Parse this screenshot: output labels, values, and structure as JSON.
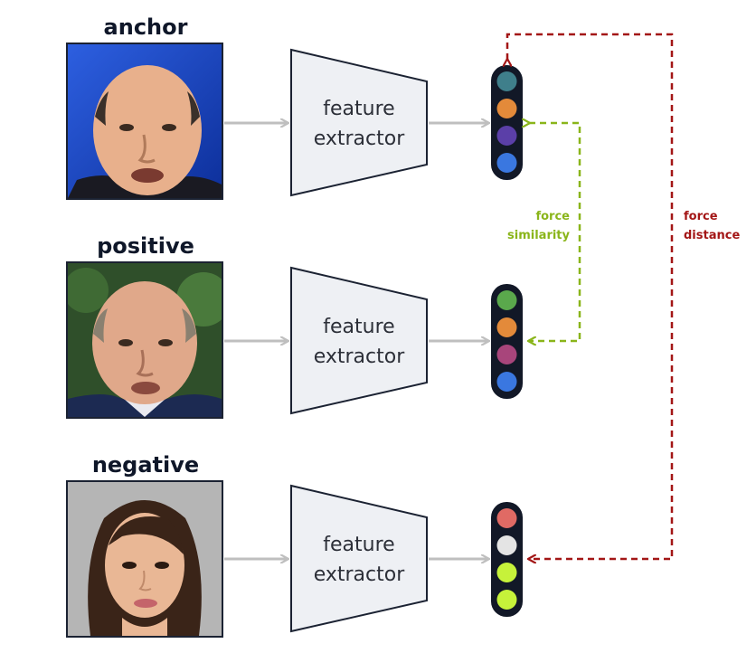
{
  "rows": [
    {
      "label": "anchor",
      "extractor_line1": "feature",
      "extractor_line2": "extractor",
      "embedding_colors": [
        "#3f7f8b",
        "#e38a3a",
        "#5b3fa8",
        "#3a77e0"
      ]
    },
    {
      "label": "positive",
      "extractor_line1": "feature",
      "extractor_line2": "extractor",
      "embedding_colors": [
        "#5aa84c",
        "#e38a3a",
        "#a8457b",
        "#3a77e0"
      ]
    },
    {
      "label": "negative",
      "extractor_line1": "feature",
      "extractor_line2": "extractor",
      "embedding_colors": [
        "#e06a64",
        "#e4e4e4",
        "#c6f23a",
        "#c6f23a"
      ]
    }
  ],
  "links": {
    "similarity": {
      "line1": "force",
      "line2": "similarity",
      "color": "#8ab51a"
    },
    "distance": {
      "line1": "force",
      "line2": "distance",
      "color": "#a31616"
    }
  },
  "colors": {
    "arrow": "#bfbfbf",
    "extractor_fill": "#eef0f4",
    "extractor_stroke": "#1b2232",
    "embedding_bg": "#121827"
  }
}
